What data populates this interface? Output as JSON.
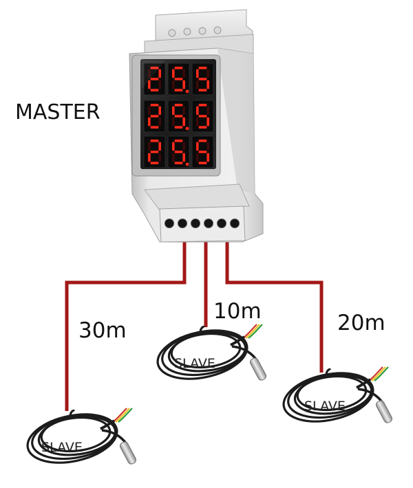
{
  "master": {
    "label": "MASTER",
    "display_rows": [
      "25.5",
      "25.5",
      "25.5"
    ],
    "terminal_count": 6
  },
  "cables": [
    {
      "length": "30m"
    },
    {
      "length": "10m"
    },
    {
      "length": "20m"
    }
  ],
  "slaves": [
    {
      "label": "SLAVE"
    },
    {
      "label": "SLAVE"
    },
    {
      "label": "SLAVE"
    }
  ],
  "colors": {
    "wire": "#a31818",
    "display_on": "#ff2a1a",
    "display_off": "#3a0a08",
    "housing": "#e6e6e6",
    "probe_cable": "#1c1c1c",
    "text": "#111111"
  }
}
